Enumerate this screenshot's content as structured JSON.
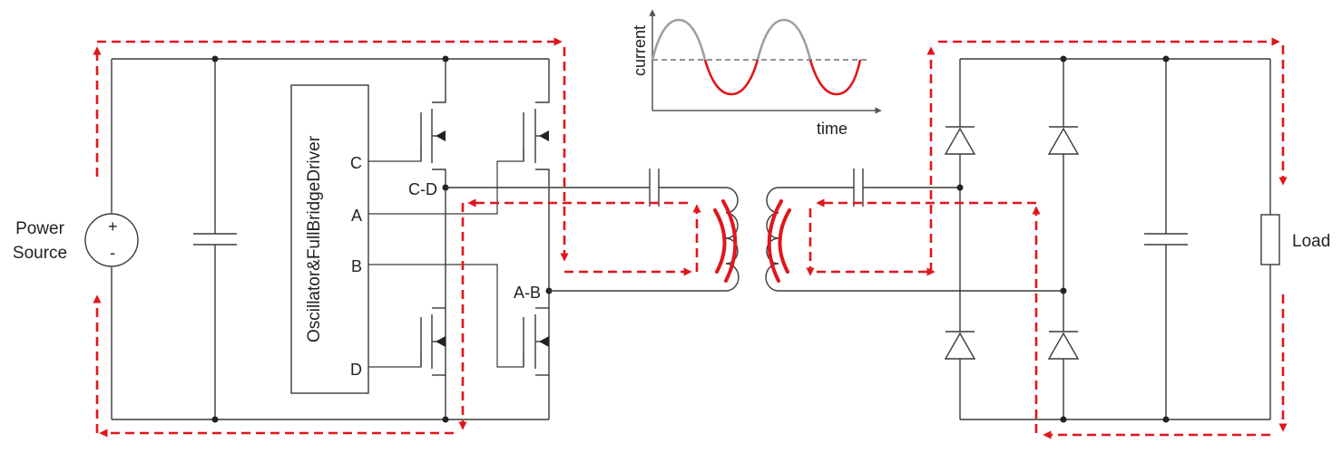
{
  "labels": {
    "power_source_line1": "Power",
    "power_source_line2": "Source",
    "plus": "+",
    "minus": "-",
    "driver": "Oscillator&FullBridgeDriver",
    "pin_c": "C",
    "pin_a": "A",
    "pin_b": "B",
    "pin_d": "D",
    "node_cd": "C-D",
    "node_ab": "A-B",
    "load": "Load",
    "graph_y": "current",
    "graph_x": "time"
  },
  "colors": {
    "wire": "#3a3a3a",
    "flow": "#e0161b",
    "wave_gray": "#9e9e9e",
    "wave_red": "#e0161b"
  }
}
